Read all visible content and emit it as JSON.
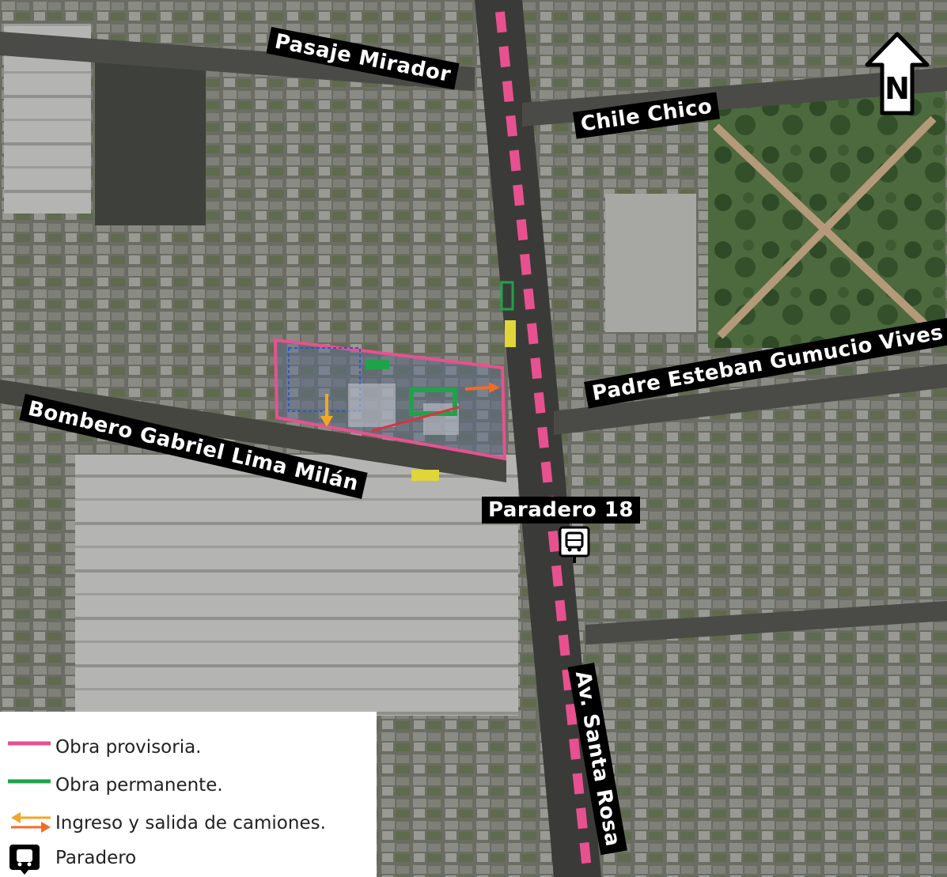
{
  "streets": {
    "pasaje_mirador": "Pasaje Mirador",
    "chile_chico": "Chile Chico",
    "padre_esteban": "Padre Esteban Gumucio Vives",
    "bombero": "Bombero Gabriel Lima Milán",
    "santa_rosa": "Av. Santa Rosa",
    "paradero": "Paradero 18"
  },
  "north": {
    "letter": "N",
    "icon": "north-arrow-icon"
  },
  "legend": {
    "items": [
      {
        "label": "Obra provisoria.",
        "icon": "pink-line-icon",
        "color": "#e8518f"
      },
      {
        "label": "Obra permanente.",
        "icon": "green-line-icon",
        "color": "#1fa34a"
      },
      {
        "label": "Ingreso y salida de camiones.",
        "icon": "truck-arrows-icon",
        "color": "#f5a623"
      },
      {
        "label": "Paradero",
        "icon": "bus-stop-icon",
        "color": "#000000"
      }
    ]
  },
  "colors": {
    "provisional": "#e8518f",
    "permanent": "#1fa34a",
    "entry_arrow": "#f5a623",
    "exit_arrow": "#f26b2a",
    "road": "#3a3b38",
    "roof": "#9a9c97"
  }
}
